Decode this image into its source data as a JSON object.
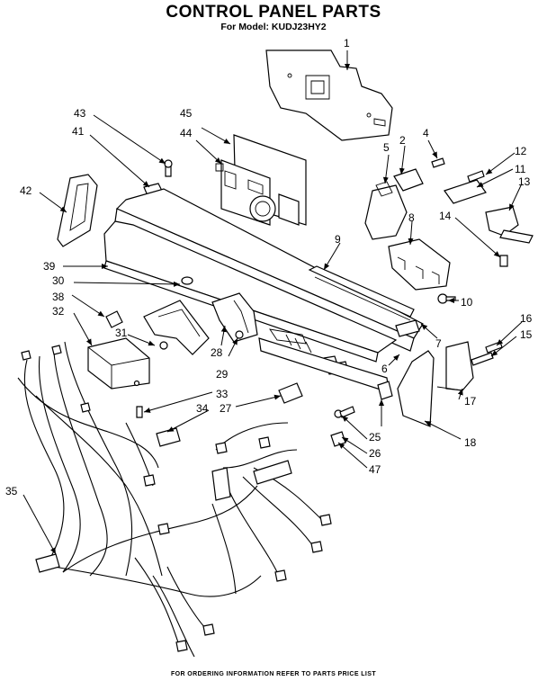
{
  "header": {
    "title": "CONTROL PANEL PARTS",
    "subtitle": "For Model: KUDJ23HY2"
  },
  "footer": {
    "text": "FOR ORDERING INFORMATION REFER TO PARTS PRICE LIST"
  },
  "callouts": [
    "1",
    "2",
    "4",
    "5",
    "6",
    "7",
    "8",
    "9",
    "10",
    "11",
    "12",
    "13",
    "14",
    "15",
    "16",
    "17",
    "18",
    "25",
    "26",
    "27",
    "28",
    "29",
    "30",
    "31",
    "32",
    "33",
    "34",
    "35",
    "38",
    "39",
    "41",
    "42",
    "43",
    "44",
    "45",
    "47"
  ]
}
